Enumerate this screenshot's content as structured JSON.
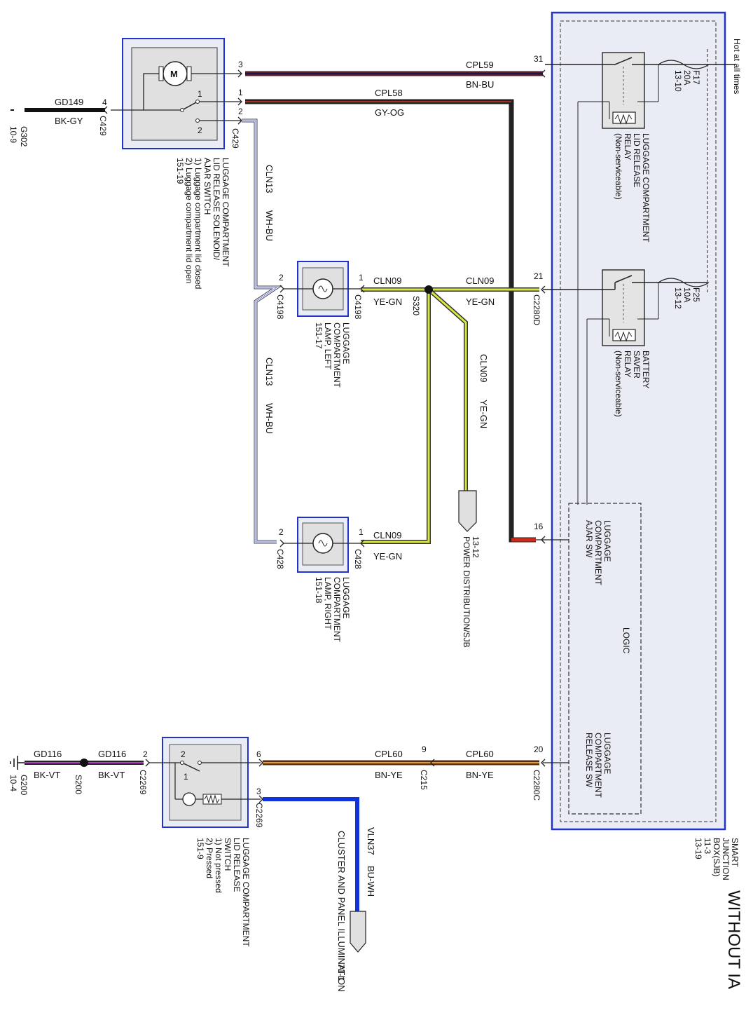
{
  "title": "WITHOUT IA",
  "sjb": {
    "label_lines": [
      "SMART",
      "JUNCTION",
      "BOX(SJB)",
      "11-3",
      "13-19"
    ],
    "hot_note": "Hot at all times",
    "logic_label": "LOGIC",
    "ajar_sw_lines": [
      "LUGGAGE",
      "COMPARTMENT",
      "AJAR SW"
    ],
    "release_sw_lines": [
      "LUGGAGE",
      "COMPARTMENT",
      "RELEASE SW"
    ],
    "fuse_f17": [
      "F17",
      "20A",
      "13-10"
    ],
    "fuse_f25": [
      "F25",
      "10A",
      "13-12"
    ],
    "relay1_lines": [
      "LUGGAGE COMPARTMENT",
      "LID RELEASE",
      "RELAY",
      "(Non-serviceable)"
    ],
    "relay2_lines": [
      "BATTERY",
      "SAVER",
      "RELAY",
      "(Non-serviceable)"
    ]
  },
  "wires": {
    "cpl59": {
      "circuit": "CPL59",
      "color": "BN-BU"
    },
    "cpl58": {
      "circuit": "CPL58",
      "color": "GY-OG"
    },
    "gd149": {
      "circuit": "GD149",
      "color": "BK-GY"
    },
    "cln13_a": {
      "circuit": "CLN13",
      "color": "WH-BU"
    },
    "cln13_b": {
      "circuit": "CLN13",
      "color": "WH-BU"
    },
    "cln09_a": {
      "circuit": "CLN09",
      "color": "YE-GN"
    },
    "cln09_b": {
      "circuit": "CLN09",
      "color": "YE-GN"
    },
    "cln09_c": {
      "circuit": "CLN09",
      "color": "YE-GN"
    },
    "cln09_d": {
      "circuit": "CLN09",
      "color": "YE-GN"
    },
    "cpl60_a": {
      "circuit": "CPL60",
      "color": "BN-YE"
    },
    "cpl60_b": {
      "circuit": "CPL60",
      "color": "BN-YE"
    },
    "gd116_a": {
      "circuit": "GD116",
      "color": "BK-VT"
    },
    "gd116_b": {
      "circuit": "GD116",
      "color": "BK-VT"
    },
    "vln37": {
      "circuit": "VLN37",
      "color": "BU-WH"
    }
  },
  "connectors": {
    "c429a": "C429",
    "c429b": "C429",
    "c4198a": "C4198",
    "c4198b": "C4198",
    "c428a": "C428",
    "c428b": "C428",
    "c2280d": "C2280D",
    "c2280c": "C2280C",
    "c2269a": "C2269",
    "c2269b": "C2269",
    "c215": "C215",
    "s320": "S320",
    "s200": "S200"
  },
  "pins": {
    "p31": "31",
    "p21": "21",
    "p16": "16",
    "p20": "20",
    "p9": "9",
    "p3a": "3",
    "p1a": "1",
    "p2a": "2",
    "p4a": "4",
    "p2b": "2",
    "p1b": "1",
    "p2c": "2",
    "p1c": "1",
    "p6": "6",
    "p3b": "3",
    "p2d": "2"
  },
  "grounds": {
    "g302": [
      "G302",
      "10-9"
    ],
    "g200": [
      "G200",
      "10-4"
    ]
  },
  "components": {
    "solenoid_lines": [
      "LUGGAGE COMPARTMENT",
      "LID RELEASE SOLENOID/",
      "AJAR SWITCH",
      "1) Luggage compartment lid closed",
      "2) Luggage compartment lid open",
      "151-19"
    ],
    "lamp_left_lines": [
      "LUGGAGE",
      "COMPARTMENT",
      "LAMP, LEFT",
      "151-17"
    ],
    "lamp_right_lines": [
      "LUGGAGE",
      "COMPARTMENT",
      "LAMP, RIGHT",
      "151-18"
    ],
    "switch_lines": [
      "LUGGAGE COMPARTMENT",
      "LID RELEASE",
      "SWITCH",
      "1) Not pressed",
      "2) Pressed",
      "151-9"
    ],
    "power_dist_lines": [
      "13-12",
      "POWER DISTRIBUTION/SJB"
    ],
    "cluster_lines": [
      "71-1",
      "CLUSTER AND PANEL ILLUMINATION"
    ],
    "motor_symbol": "M",
    "sw_pin1": "1",
    "sw_pin2": "2",
    "sw2_pin1": "1",
    "sw2_pin2": "2"
  }
}
